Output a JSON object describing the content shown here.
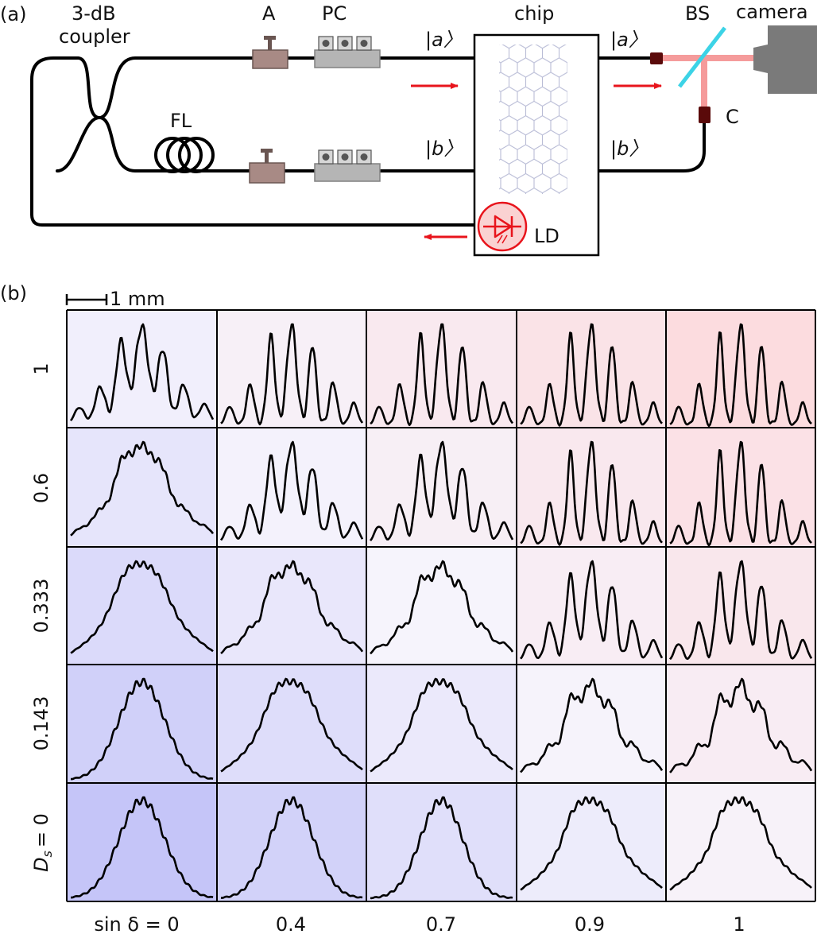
{
  "panel_a": {
    "panel_label": "(a)",
    "labels": {
      "coupler_line1": "3-dB",
      "coupler_line2": "coupler",
      "attenuator": "A",
      "polarization_controller": "PC",
      "fiber_loop": "FL",
      "chip": "chip",
      "ket_a_in": "|a〉",
      "ket_b_in": "|b〉",
      "ket_a_out": "|a〉",
      "ket_b_out": "|b〉",
      "beam_splitter": "BS",
      "camera": "camera",
      "collimator": "C",
      "laser_diode": "LD"
    },
    "colors": {
      "fiber": "#000000",
      "arrow": "#e8141c",
      "laser_diode": "#e8141c",
      "laser_diode_fill": "#fad2d2",
      "attenuator": "#a88a85",
      "pc_body": "#b5b5b5",
      "beam": "#f59b9b",
      "beam_splitter": "#3cd3e6",
      "camera": "#7a7a7a",
      "collimator": "#5a0a0a",
      "lattice": "#b9bcd6"
    }
  },
  "panel_b": {
    "panel_label": "(b)",
    "scale_bar": "1 mm",
    "row_label_prefix": "D",
    "row_label_subscript": "s",
    "row_labels": [
      "1",
      "0.6",
      "0.333",
      "0.143",
      "= 0"
    ],
    "col_label_prefix": "sin δ",
    "col_labels": [
      "= 0",
      "0.4",
      "0.7",
      "0.9",
      "1"
    ],
    "colors": {
      "blue": "#c5c5f8",
      "white": "#f6f4fc",
      "red": "#fcdcdf",
      "curve": "#000000"
    },
    "curve_widths": [
      0.52,
      0.34,
      0.24,
      0.145,
      0.11
    ]
  }
}
